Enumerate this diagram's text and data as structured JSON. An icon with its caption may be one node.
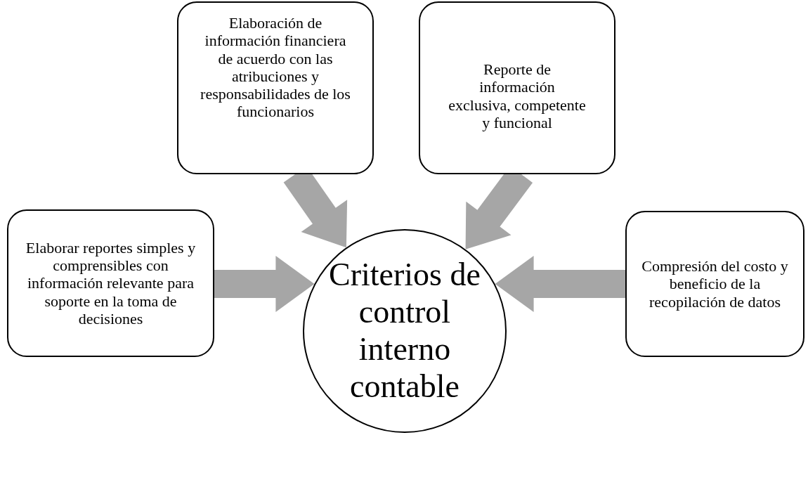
{
  "diagram": {
    "nodes": [
      {
        "text": [
          "Elaboración de información financiera de acuerdo con las atribuciones y responsabilidades de los funcionarios"
        ]
      },
      {
        "text": [
          "Reporte de información exclusiva, competente y funcional"
        ]
      },
      {
        "text": [
          "Elaborar reportes simples y comprensibles con información relevante para soporte en la toma de decisiones"
        ]
      },
      {
        "text": [
          "Criterios de control interno contable"
        ]
      },
      {
        "text": [
          "Compresión del costo y beneficio de la recopilación de datos"
        ]
      }
    ],
    "edges": [
      {
        "from": 0,
        "to": 3,
        "arrow": "to",
        "style": "thick"
      },
      {
        "from": 1,
        "to": 3,
        "arrow": "to",
        "style": "thick"
      },
      {
        "from": 2,
        "to": 3,
        "arrow": "to",
        "style": "thick"
      },
      {
        "from": 4,
        "to": 3,
        "arrow": "to",
        "style": "thick"
      }
    ]
  }
}
